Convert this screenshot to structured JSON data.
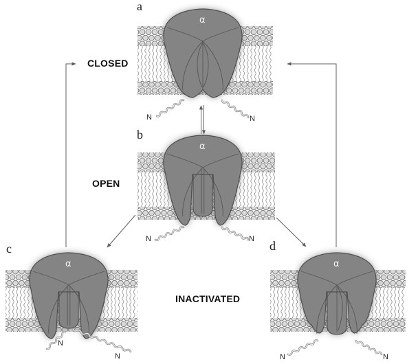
{
  "labels": {
    "panel_a": "a",
    "panel_b": "b",
    "panel_c": "c",
    "panel_d": "d",
    "state_closed": "CLOSED",
    "state_open": "OPEN",
    "state_inactivated": "INACTIVATED",
    "alpha": "α",
    "n_terminus": "N"
  },
  "colors": {
    "background": "#ffffff",
    "channel_fill": "#848484",
    "channel_outline": "#4f4f4f",
    "glow": "#3c3c3c",
    "membrane_head_fill": "#d9d9d9",
    "membrane_head_outline": "#767676",
    "membrane_tail": "#8a8a8a",
    "chain": "#8b8b8b",
    "chain_highlight": "#ececec",
    "arrow": "#5f5f5f",
    "text": "#1c1c1c",
    "alpha_text": "#f2f2f2"
  }
}
